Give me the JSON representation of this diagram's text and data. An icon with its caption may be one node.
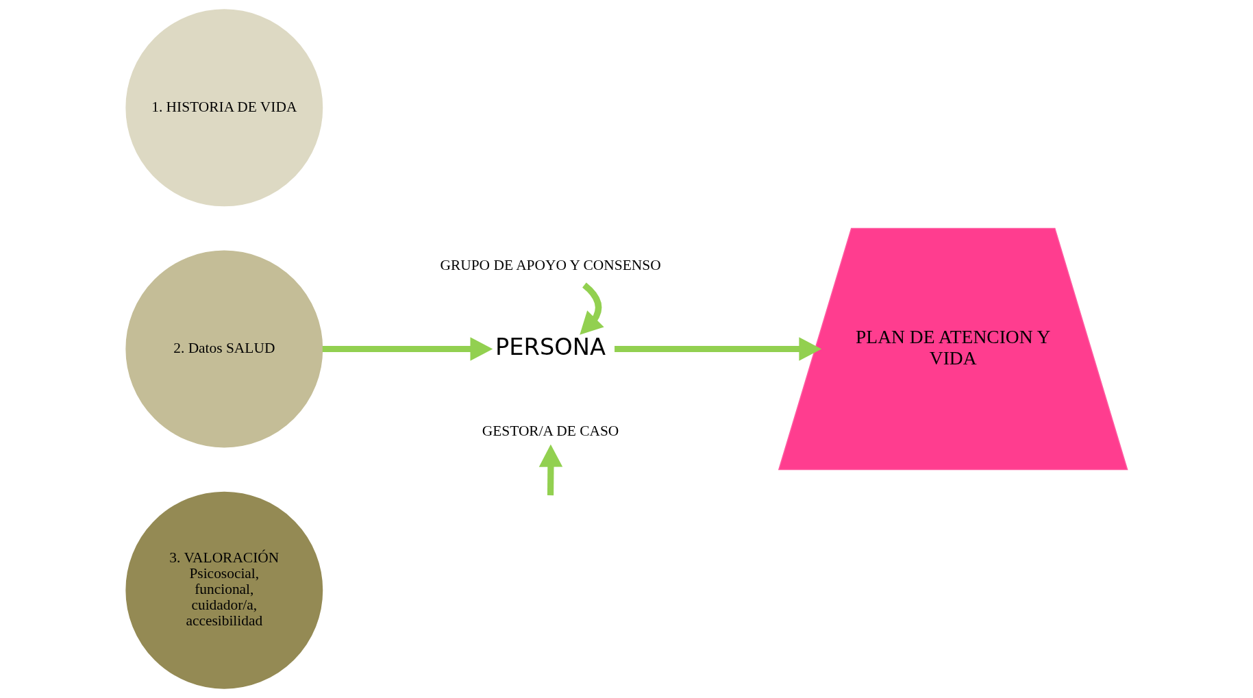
{
  "diagram": {
    "nodes": [
      {
        "text": [
          "1. HISTORIA DE VIDA"
        ]
      },
      {
        "text": [
          "2. Datos SALUD"
        ]
      },
      {
        "text": [
          "3. VALORACIÓN",
          "Psicosocial, funcional, cuidador/a, accesibilidad"
        ]
      },
      {
        "text": [
          "GRUPO DE APOYO Y CONSENSO"
        ]
      },
      {
        "text": [
          "PERSONA"
        ]
      },
      {
        "text": [
          "GESTOR/A DE CASO"
        ]
      },
      {
        "text": [
          "PLAN DE ATENCION Y VIDA"
        ]
      }
    ],
    "edges": [
      {
        "from": 1,
        "to": 4,
        "arrow": "to"
      },
      {
        "from": 3,
        "to": 4,
        "arrow": "to"
      },
      {
        "from": null,
        "to": 5,
        "arrow": "to"
      },
      {
        "from": 4,
        "to": 6,
        "arrow": "to"
      }
    ]
  }
}
